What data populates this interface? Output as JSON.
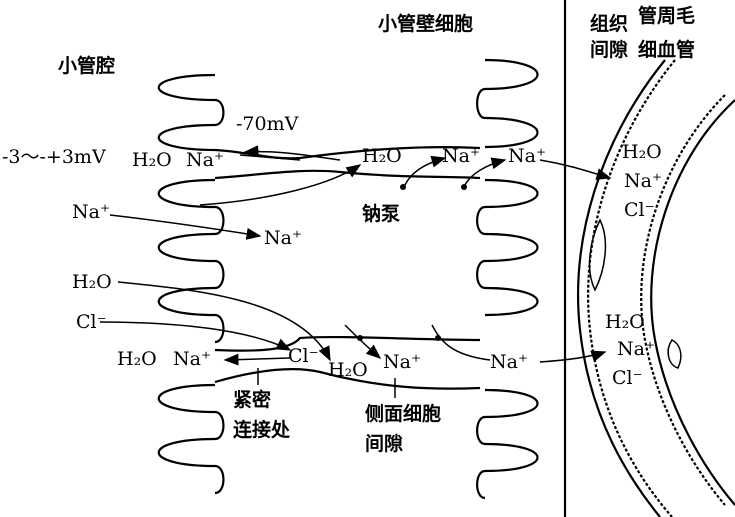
{
  "title_labels": {
    "lumen": "小管腔",
    "tubule_cell": "小管壁细胞",
    "interstitium_1": "组织",
    "interstitium_2": "间隙",
    "capillary_1": "管周毛",
    "capillary_2": "细血管"
  },
  "potentials": {
    "cell": "-70mV",
    "lumen": "-3～-+3mV"
  },
  "upper": {
    "lumen_h2o": "H₂O",
    "lumen_na": "Na⁺",
    "cell_h2o": "H₂O",
    "cell_na_1": "Na⁺",
    "cell_na_2": "Na⁺",
    "pump": "钠泵",
    "na_in": "Na⁺",
    "na_cell": "Na⁺",
    "cap_h2o": "H₂O",
    "cap_na": "Na⁺",
    "cap_cl": "Cl⁻"
  },
  "lower": {
    "lumen_h2o_in": "H₂O",
    "lumen_cl_in": "Cl⁻",
    "back_h2o": "H₂O",
    "back_na": "Na⁺",
    "space_cl": "Cl⁻",
    "space_h2o": "H₂O",
    "space_na": "Na⁺",
    "cell_na": "Na⁺",
    "tight_junction_1": "紧密",
    "tight_junction_2": "连接处",
    "lateral_space_1": "侧面细胞",
    "lateral_space_2": "间隙",
    "cap_h2o": "H₂O",
    "cap_na": "Na⁺",
    "cap_cl": "Cl⁻"
  }
}
